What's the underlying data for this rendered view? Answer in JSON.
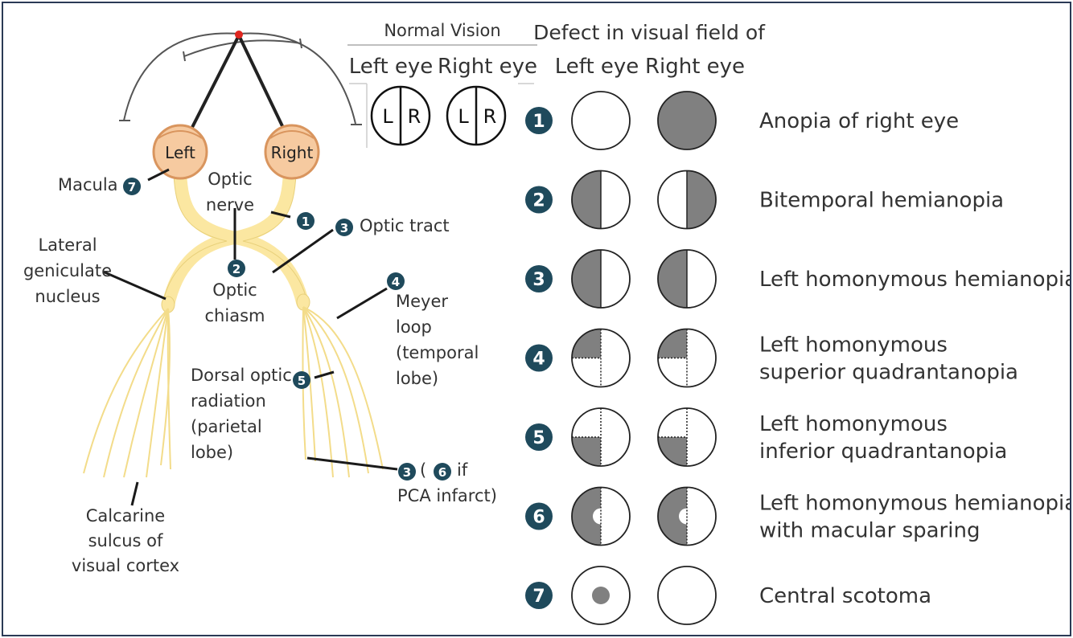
{
  "header": {
    "normal_vision": "Normal Vision",
    "defect_title": "Defect in visual field of",
    "left_eye": "Left eye",
    "right_eye": "Right eye"
  },
  "normal_vision_circle": {
    "left_letter": "L",
    "right_letter": "R"
  },
  "pathway": {
    "eye_left": "Left",
    "eye_right": "Right",
    "macula": "Macula",
    "optic_nerve": [
      "Optic",
      "nerve"
    ],
    "optic_tract": "Optic tract",
    "optic_chiasm": [
      "Optic",
      "chiasm"
    ],
    "lgn": [
      "Lateral",
      "geniculate",
      "nucleus"
    ],
    "meyer": [
      "Meyer",
      "loop",
      "(temporal",
      "lobe)"
    ],
    "dorsal": [
      "Dorsal optic",
      "radiation",
      "(parietal",
      "lobe)"
    ],
    "calcarine": [
      "Calcarine",
      "sulcus of",
      "visual cortex"
    ],
    "pca_line1_open": "(",
    "pca_line1_if": "if",
    "pca_line2": "PCA infarct)"
  },
  "badges": [
    "1",
    "2",
    "3",
    "4",
    "5",
    "6",
    "7"
  ],
  "defects": [
    {
      "number": "1",
      "lines": [
        "Anopia of right eye"
      ]
    },
    {
      "number": "2",
      "lines": [
        "Bitemporal hemianopia"
      ]
    },
    {
      "number": "3",
      "lines": [
        "Left homonymous hemianopia"
      ]
    },
    {
      "number": "4",
      "lines": [
        "Left homonymous",
        "superior quadrantanopia"
      ]
    },
    {
      "number": "5",
      "lines": [
        "Left homonymous",
        "inferior quadrantanopia"
      ]
    },
    {
      "number": "6",
      "lines": [
        "Left homonymous hemianopia",
        "with macular sparing"
      ]
    },
    {
      "number": "7",
      "lines": [
        "Central scotoma"
      ]
    }
  ],
  "colors": {
    "badge": "#1f4a5c",
    "defect_fill": "#808080",
    "nerve": "#fbe7a1",
    "eyeball": "#f6caa0",
    "fixation_point": "#e0261f",
    "frame": "#2b3a55"
  }
}
